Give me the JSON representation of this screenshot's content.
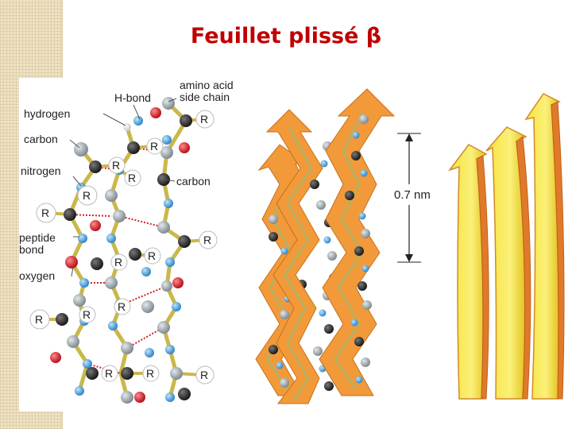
{
  "slide": {
    "title": "Feuillet plissé β"
  },
  "labels": {
    "h_bond": "H-bond",
    "amino_acid": "amino acid",
    "side_chain": "side chain",
    "hydrogen": "hydrogen",
    "carbon_left": "carbon",
    "nitrogen": "nitrogen",
    "carbon_right": "carbon",
    "peptide": "peptide",
    "bond": "bond",
    "oxygen": "oxygen",
    "R": "R",
    "distance": "0.7 nm"
  },
  "colors": {
    "title": "#c00000",
    "orange_strand": "#f29a3a",
    "yellow_ribbon": "#f7e33a",
    "black_atom": "#2a2a2a",
    "grey_atom": "#9aa4aa",
    "blue_atom": "#4aa3df",
    "red_atom": "#d4202a",
    "white_atom": "#ffffff"
  }
}
